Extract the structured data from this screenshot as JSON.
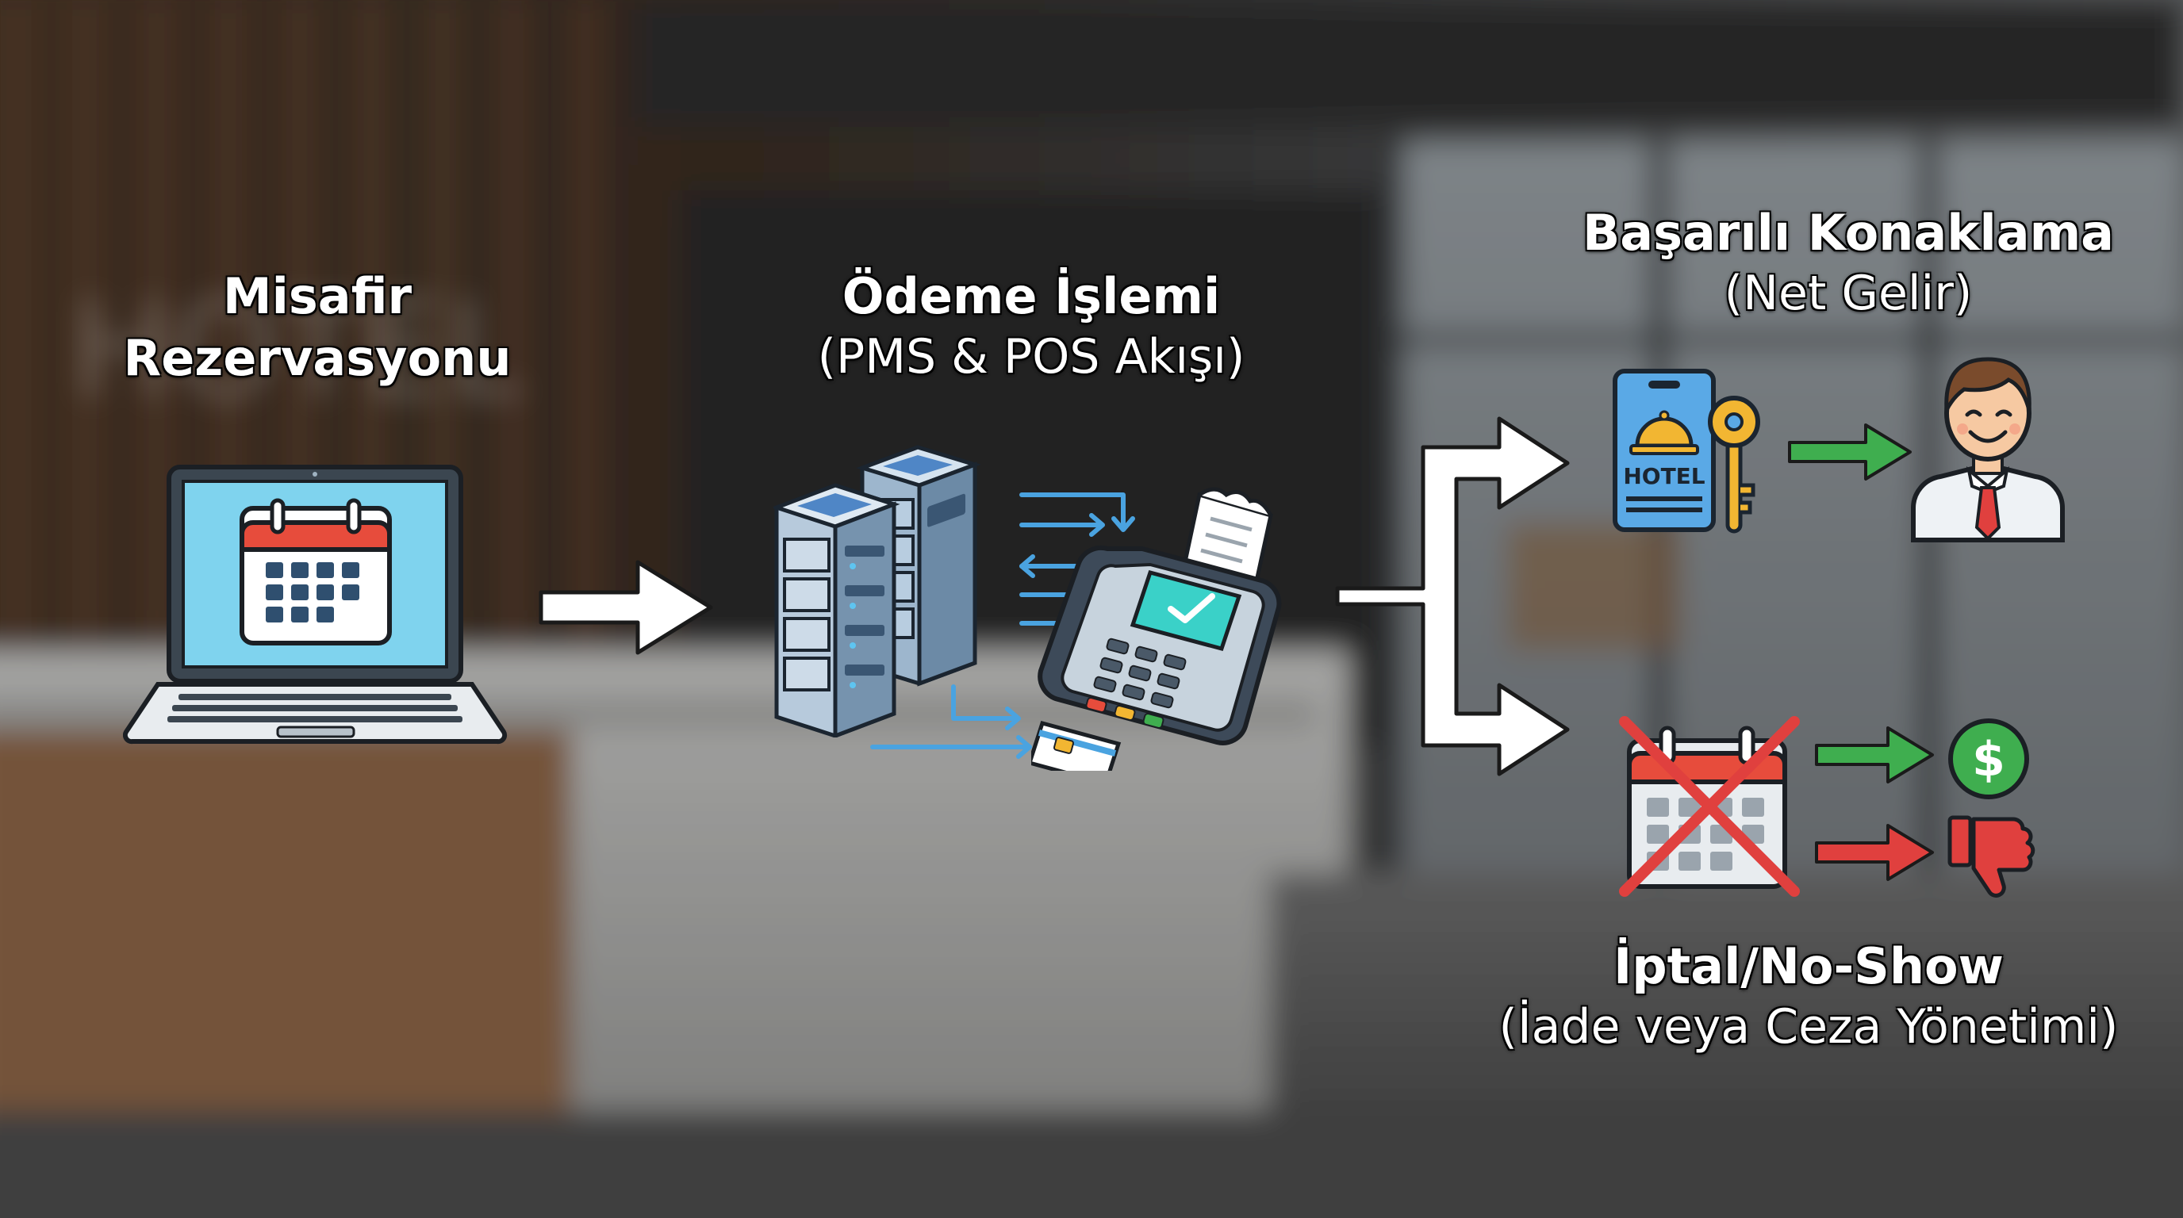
{
  "steps": {
    "reservation": {
      "title_line1": "Misafir",
      "title_line2": "Rezervasyonu",
      "icon": "laptop-calendar-icon"
    },
    "payment": {
      "title": "Ödeme İşlemi",
      "subtitle": "(PMS & POS Akışı)",
      "icons": [
        "server-icon",
        "pos-terminal-icon",
        "credit-card-icon"
      ]
    },
    "success": {
      "title": "Başarılı Konaklama",
      "subtitle": "(Net Gelir)",
      "hotel_tag_text": "HOTEL",
      "icons": [
        "hotel-keycard-icon",
        "key-icon",
        "happy-guest-icon"
      ]
    },
    "cancel": {
      "title": "İptal/No-Show",
      "subtitle": "(İade veya Ceza Yönetimi)",
      "icons": [
        "cancelled-calendar-icon",
        "dollar-coin-icon",
        "thumbs-down-icon"
      ]
    }
  },
  "colors": {
    "arrow_main": "#ffffff",
    "arrow_green": "#3fae4f",
    "arrow_red": "#e0403e",
    "flow_blue": "#4aa3e0",
    "calendar_red": "#e74c3c",
    "screen_blue": "#7fd3ee",
    "key_gold": "#f2b632",
    "check_teal": "#3ad1c8"
  }
}
